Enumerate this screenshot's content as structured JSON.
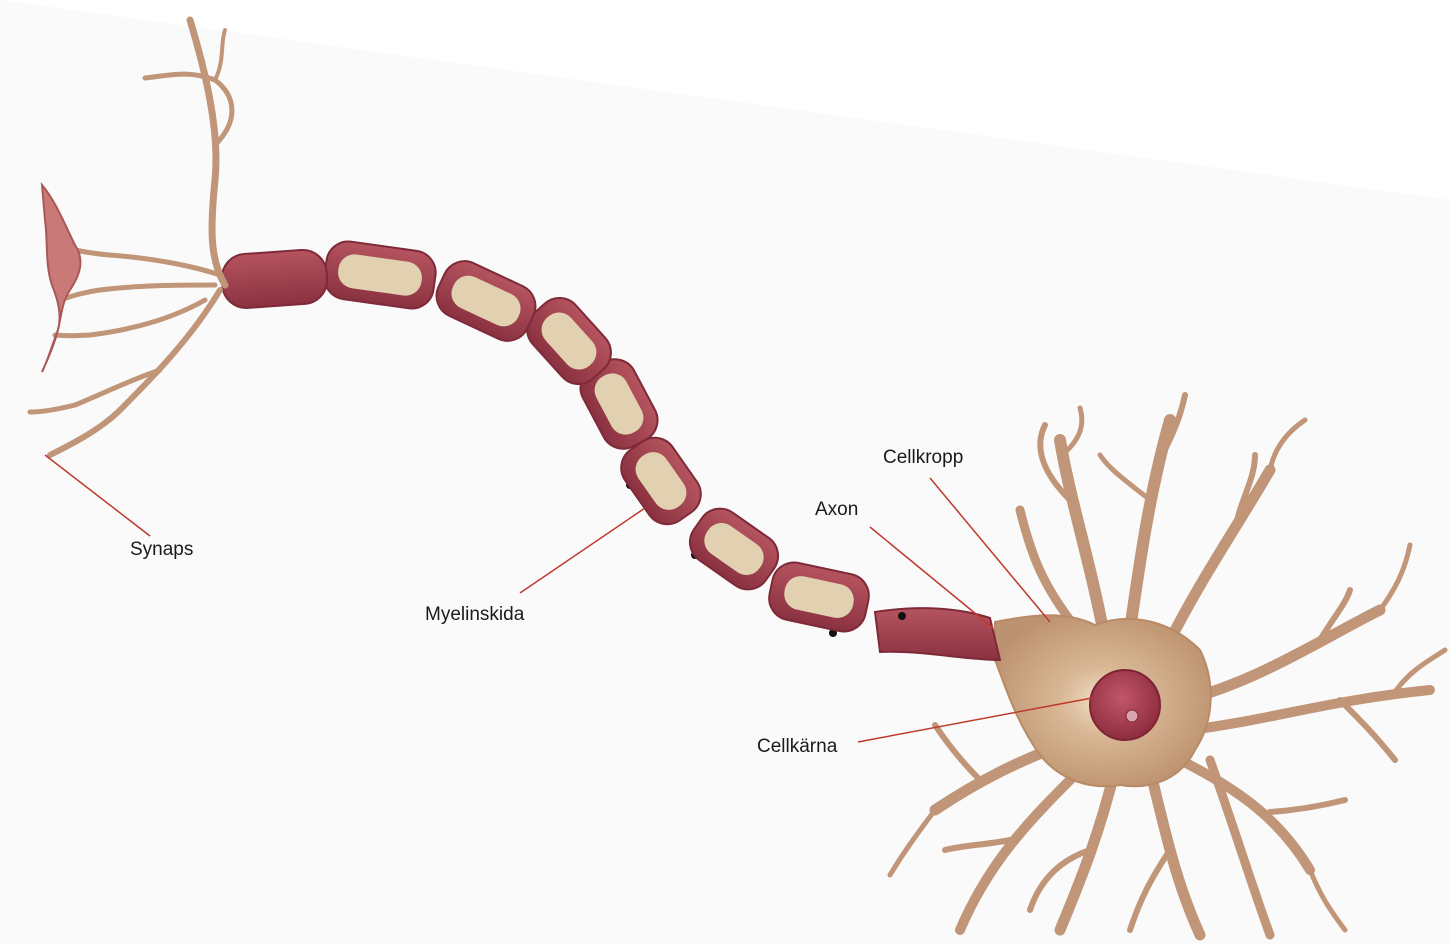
{
  "labels": {
    "synaps": "Synaps",
    "myelinskida": "Myelinskida",
    "axon": "Axon",
    "cellkropp": "Cellkropp",
    "cellkarna": "Cellkärna"
  },
  "colors": {
    "leader_line": "#c0392b",
    "dendrite": "#c09578",
    "myelin_outer": "#9e3f4f",
    "myelin_inner": "#e2d1b0",
    "nucleus": "#a23a4d",
    "terminal": "#c97a78",
    "node_dot": "#111111"
  }
}
